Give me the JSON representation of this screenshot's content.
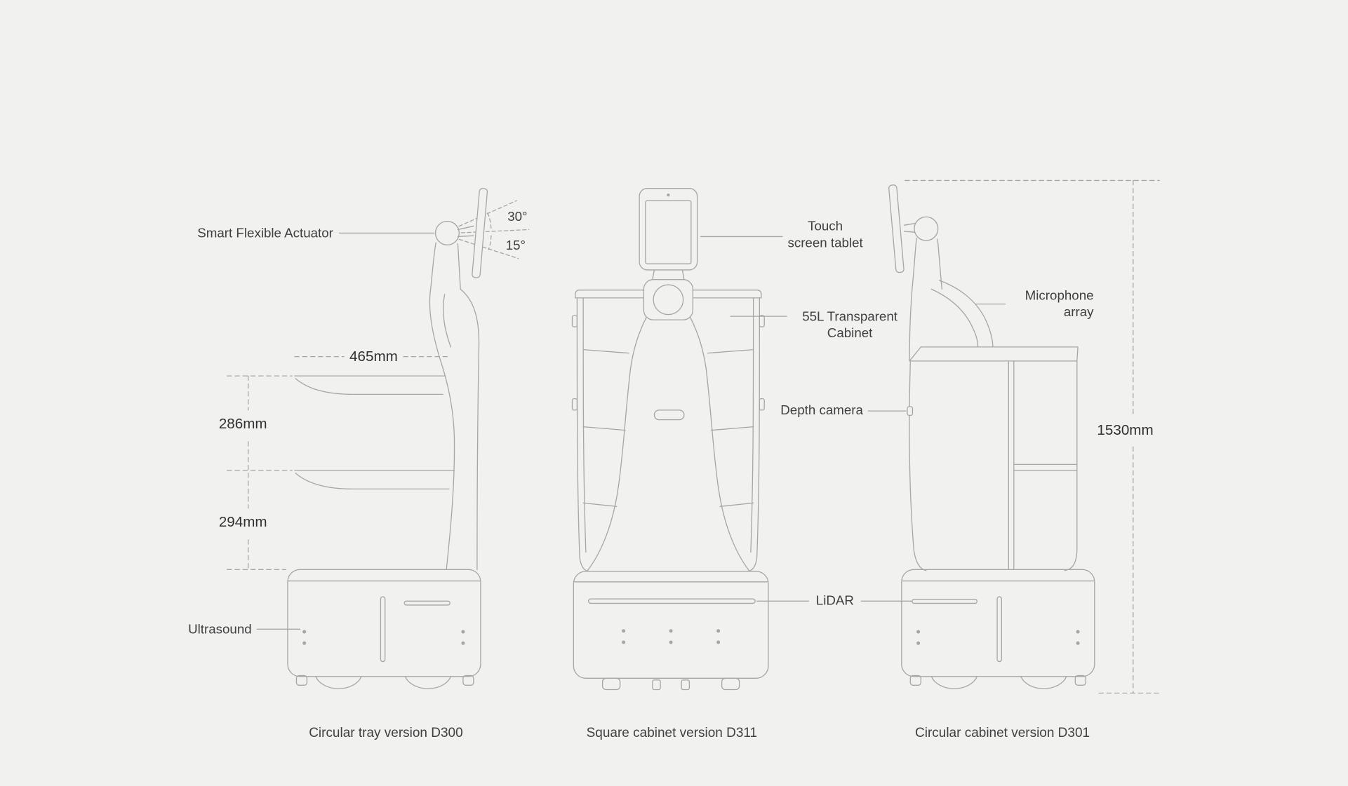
{
  "canvas": {
    "bg": "#f1f1f0",
    "line": "#a6a6a6",
    "label_color": "#3f3f3f",
    "dim_color": "#303030"
  },
  "left_robot": {
    "caption": "Circular tray version D300",
    "actuator_label": "Smart Flexible Actuator",
    "angle_upper": "30°",
    "angle_lower": "15°",
    "tray_width": "465mm",
    "shelf_gap_upper": "286mm",
    "shelf_gap_lower": "294mm",
    "ultrasound_label": "Ultrasound"
  },
  "middle_robot": {
    "caption": "Square cabinet version D311",
    "tablet_label_line1": "Touch",
    "tablet_label_line2": "screen tablet",
    "cabinet_label_line1": "55L Transparent",
    "cabinet_label_line2": "Cabinet",
    "depth_camera_label": "Depth camera",
    "lidar_label": "LiDAR"
  },
  "right_robot": {
    "caption": "Circular cabinet version D301",
    "microphone_label_line1": "Microphone",
    "microphone_label_line2": "array",
    "height_dim": "1530mm"
  }
}
